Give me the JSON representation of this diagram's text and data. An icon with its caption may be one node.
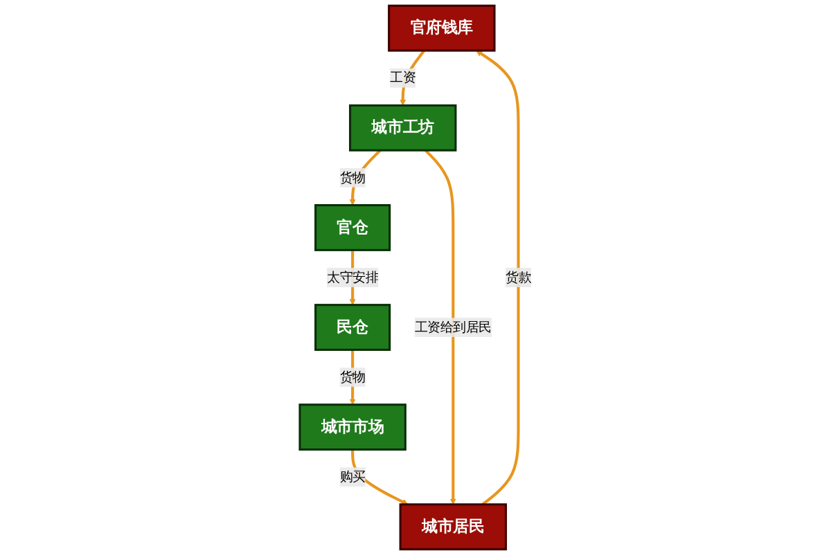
{
  "diagram": {
    "nodes": [
      {
        "text": [
          "官府钱库"
        ]
      },
      {
        "text": [
          "城市工坊"
        ]
      },
      {
        "text": [
          "官仓"
        ]
      },
      {
        "text": [
          "民仓"
        ]
      },
      {
        "text": [
          "城市市场"
        ]
      },
      {
        "text": [
          "城市居民"
        ]
      }
    ],
    "edges": [
      {
        "from": 0,
        "to": 1,
        "arrow": "to",
        "label": "工资"
      },
      {
        "from": 1,
        "to": 2,
        "arrow": "to",
        "label": "货物"
      },
      {
        "from": 2,
        "to": 3,
        "arrow": "to",
        "label": "太守安排"
      },
      {
        "from": 3,
        "to": 4,
        "arrow": "to",
        "label": "货物"
      },
      {
        "from": 4,
        "to": 5,
        "arrow": "to",
        "label": "购买"
      },
      {
        "from": 5,
        "to": 0,
        "arrow": "to",
        "label": "货款"
      },
      {
        "from": 1,
        "to": 5,
        "arrow": "to",
        "label": "工资给到居民"
      }
    ]
  }
}
